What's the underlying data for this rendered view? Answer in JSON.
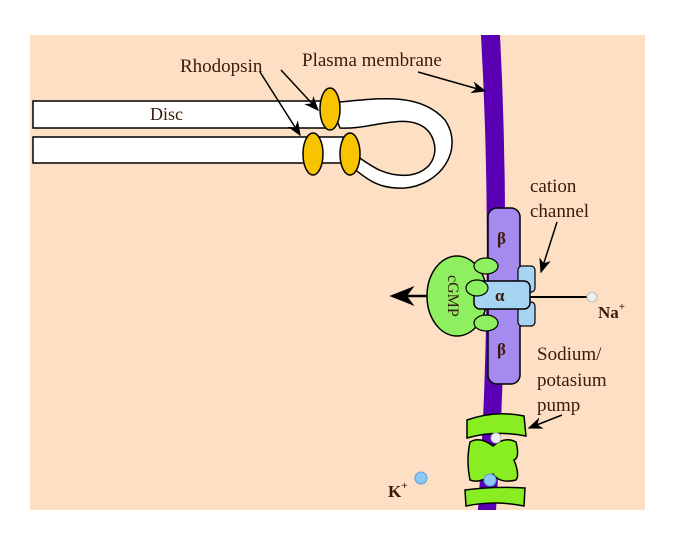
{
  "labels": {
    "rhodopsin": "Rhodopsin",
    "plasma_membrane": "Plasma membrane",
    "disc": "Disc",
    "cation_channel_1": "cation",
    "cation_channel_2": "channel",
    "beta_top": "β",
    "beta_bottom": "β",
    "alpha": "α",
    "cgmp": "cGMP",
    "na": "Na",
    "na_sup": "+",
    "pump_1": "Sodium/",
    "pump_2": "potasium",
    "pump_3": "pump",
    "k": "K",
    "k_sup": "+"
  },
  "colors": {
    "background": "#fde0c4",
    "membrane": "#5a00b4",
    "rhodopsin": "#f8c400",
    "channel_beta": "#a58af0",
    "channel_alpha": "#a8d4f4",
    "cgmp": "#8ef060",
    "pump": "#88ee22"
  }
}
